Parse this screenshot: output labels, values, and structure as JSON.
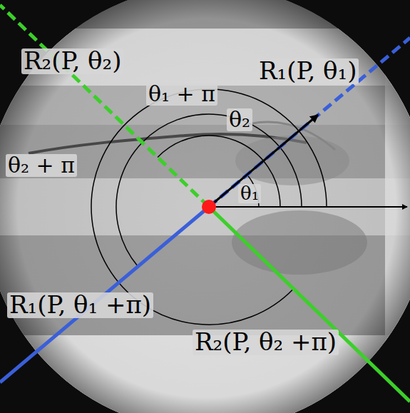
{
  "diagram": {
    "labels": [
      "R₂(P, θ₂)",
      "R₁(P, θ₁)",
      "θ₁ + π",
      "θ₂",
      "θ₂ + π",
      "θ₁",
      "R₁(P, θ₁ +π)",
      "R₂(P, θ₂ +π)"
    ]
  }
}
